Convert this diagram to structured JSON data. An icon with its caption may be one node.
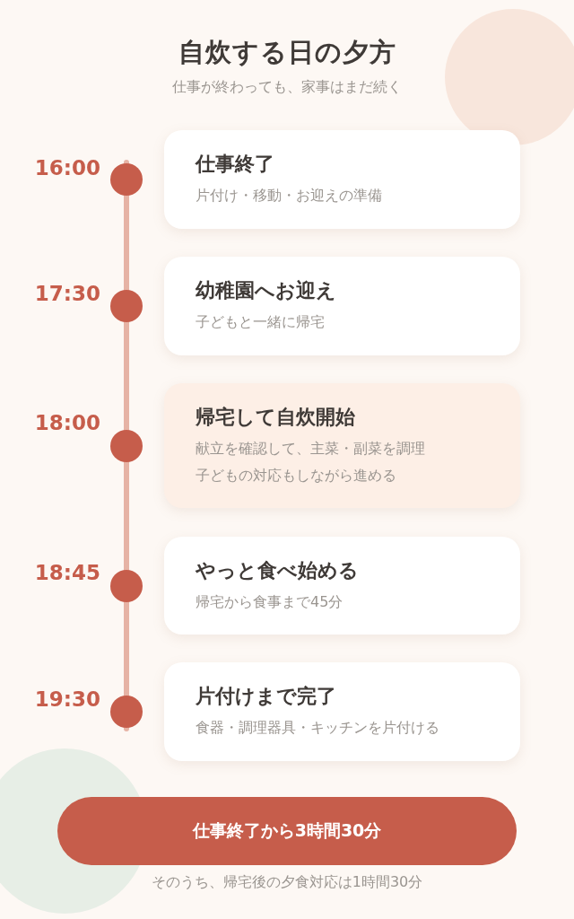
{
  "diagram": {
    "title": "自炊する日の夕方",
    "nodes": [
      {
        "text": [
          "仕事終了",
          "片付け・移動・お迎えの準備"
        ],
        "beside": [
          "16:00"
        ]
      },
      {
        "text": [
          "幼稚園へお迎え",
          "子どもと一緒に帰宅"
        ],
        "beside": [
          "17:30"
        ]
      },
      {
        "text": [
          "帰宅して自炊開始",
          "献立を確認して、主菜・副菜を調理",
          "子どもの対応もしながら進める"
        ],
        "beside": [
          "18:00"
        ]
      },
      {
        "text": [
          "やっと食べ始める",
          "帰宅から食事まで45分"
        ],
        "beside": [
          "18:45"
        ]
      },
      {
        "text": [
          "片付けまで完了",
          "食器・調理器具・キッチンを片付ける"
        ],
        "beside": [
          "19:30"
        ]
      },
      {
        "text": [
          "仕事終了から3時間30分"
        ],
        "beside": [
          "そのうち、帰宅後の夕食対応は1時間30分"
        ]
      }
    ],
    "labels": [
      "仕事が終わっても、家事はまだ続く"
    ]
  }
}
